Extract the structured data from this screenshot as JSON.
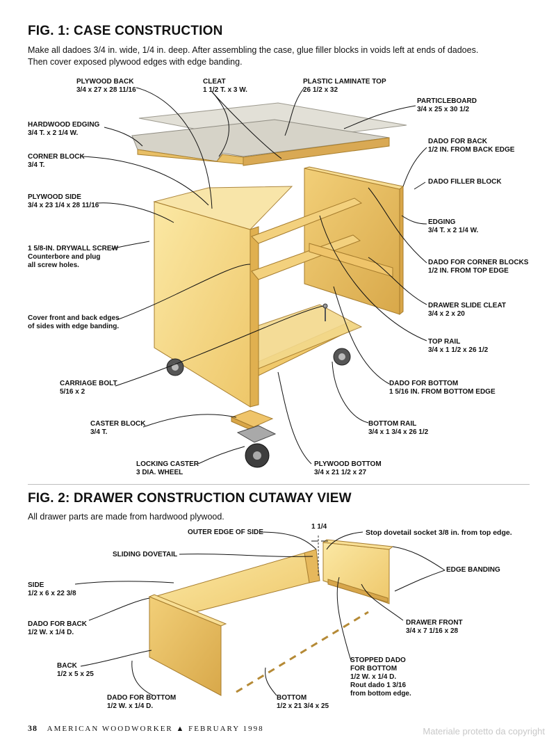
{
  "fig1": {
    "title": "FIG. 1: CASE CONSTRUCTION",
    "intro_line1": "Make all dadoes 3/4 in. wide, 1/4 in. deep. After assembling the case, glue filler blocks in voids left at ends of dadoes.",
    "intro_line2": "Then cover exposed plywood edges with edge banding.",
    "labels": {
      "plywood_back": {
        "title": "PLYWOOD BACK",
        "dims": "3/4 x 27 x 28 11/16"
      },
      "cleat": {
        "title": "CLEAT",
        "dims": "1 1/2 T. x 3 W."
      },
      "plastic_top": {
        "title": "PLASTIC LAMINATE TOP",
        "dims": "26 1/2 x 32"
      },
      "particleboard": {
        "title": "PARTICLEBOARD",
        "dims": "3/4 x 25 x 30 1/2"
      },
      "hardwood_edging": {
        "title": "HARDWOOD EDGING",
        "dims": "3/4 T. x 2 1/4 W."
      },
      "dado_back": {
        "title": "DADO FOR BACK",
        "dims": "1/2 IN. FROM BACK EDGE"
      },
      "corner_block": {
        "title": "CORNER BLOCK",
        "dims": "3/4 T."
      },
      "dado_filler": {
        "title": "DADO FILLER BLOCK"
      },
      "plywood_side": {
        "title": "PLYWOOD SIDE",
        "dims": "3/4 x 23 1/4 x 28 11/16"
      },
      "edging": {
        "title": "EDGING",
        "dims": "3/4 T. x 2 1/4 W."
      },
      "drywall_screw": {
        "title": "1 5/8-IN. DRYWALL SCREW",
        "line2": "Counterbore and plug",
        "line3": "all screw holes."
      },
      "dado_corner": {
        "title": "DADO FOR CORNER BLOCKS",
        "dims": "1/2 IN. FROM TOP EDGE"
      },
      "drawer_slide_cleat": {
        "title": "DRAWER SLIDE CLEAT",
        "dims": "3/4 x 2 x 20"
      },
      "cover_edges": {
        "line1": "Cover front and back edges",
        "line2": "of sides with edge banding."
      },
      "top_rail": {
        "title": "TOP RAIL",
        "dims": "3/4 x 1 1/2 x 26 1/2"
      },
      "carriage_bolt": {
        "title": "CARRIAGE BOLT",
        "dims": "5/16 x 2"
      },
      "dado_bottom": {
        "title": "DADO FOR BOTTOM",
        "dims": "1 5/16 IN. FROM BOTTOM EDGE"
      },
      "caster_block": {
        "title": "CASTER BLOCK",
        "dims": "3/4 T."
      },
      "bottom_rail": {
        "title": "BOTTOM RAIL",
        "dims": "3/4 x 1 3/4 x 26 1/2"
      },
      "locking_caster": {
        "title": "LOCKING CASTER",
        "dims": "3 DIA. WHEEL"
      },
      "plywood_bottom": {
        "title": "PLYWOOD BOTTOM",
        "dims": "3/4 x 21 1/2 x 27"
      }
    }
  },
  "fig2": {
    "title": "FIG. 2: DRAWER CONSTRUCTION CUTAWAY VIEW",
    "intro": "All drawer parts are made from hardwood plywood.",
    "labels": {
      "outer_edge": {
        "title": "OUTER EDGE OF SIDE"
      },
      "dim_1_1_4": {
        "title": "1 1/4"
      },
      "stop_dovetail": {
        "title": "Stop dovetail socket 3/8 in. from top edge."
      },
      "sliding_dovetail": {
        "title": "SLIDING DOVETAIL"
      },
      "edge_banding": {
        "title": "EDGE BANDING"
      },
      "side": {
        "title": "SIDE",
        "dims": "1/2 x 6 x 22 3/8"
      },
      "drawer_front": {
        "title": "DRAWER FRONT",
        "dims": "3/4 x 7 1/16 x 28"
      },
      "dado_back": {
        "title": "DADO FOR BACK",
        "dims": "1/2 W. x 1/4 D."
      },
      "back": {
        "title": "BACK",
        "dims": "1/2 x 5 x 25"
      },
      "stopped_dado": {
        "title": "STOPPED DADO",
        "line2": "FOR BOTTOM",
        "line3": "1/2 W. x 1/4 D.",
        "line4": "Rout dado 1 3/16",
        "line5": "from bottom edge."
      },
      "dado_bottom": {
        "title": "DADO FOR BOTTOM",
        "dims": "1/2  W. x 1/4 D."
      },
      "bottom": {
        "title": "BOTTOM",
        "dims": "1/2 x 21 3/4 x 25"
      }
    }
  },
  "footer": {
    "page": "38",
    "publication": "AMERICAN WOODWORKER",
    "triangle": "▲",
    "date": "FEBRUARY 1998"
  },
  "watermark": "Materiale protetto da copyright",
  "colors": {
    "wood_light": "#f6dc8a",
    "wood_mid": "#ecc469",
    "wood_dark": "#c99a3c",
    "laminate": "#d9d6cc",
    "metal": "#9a9a9a"
  }
}
